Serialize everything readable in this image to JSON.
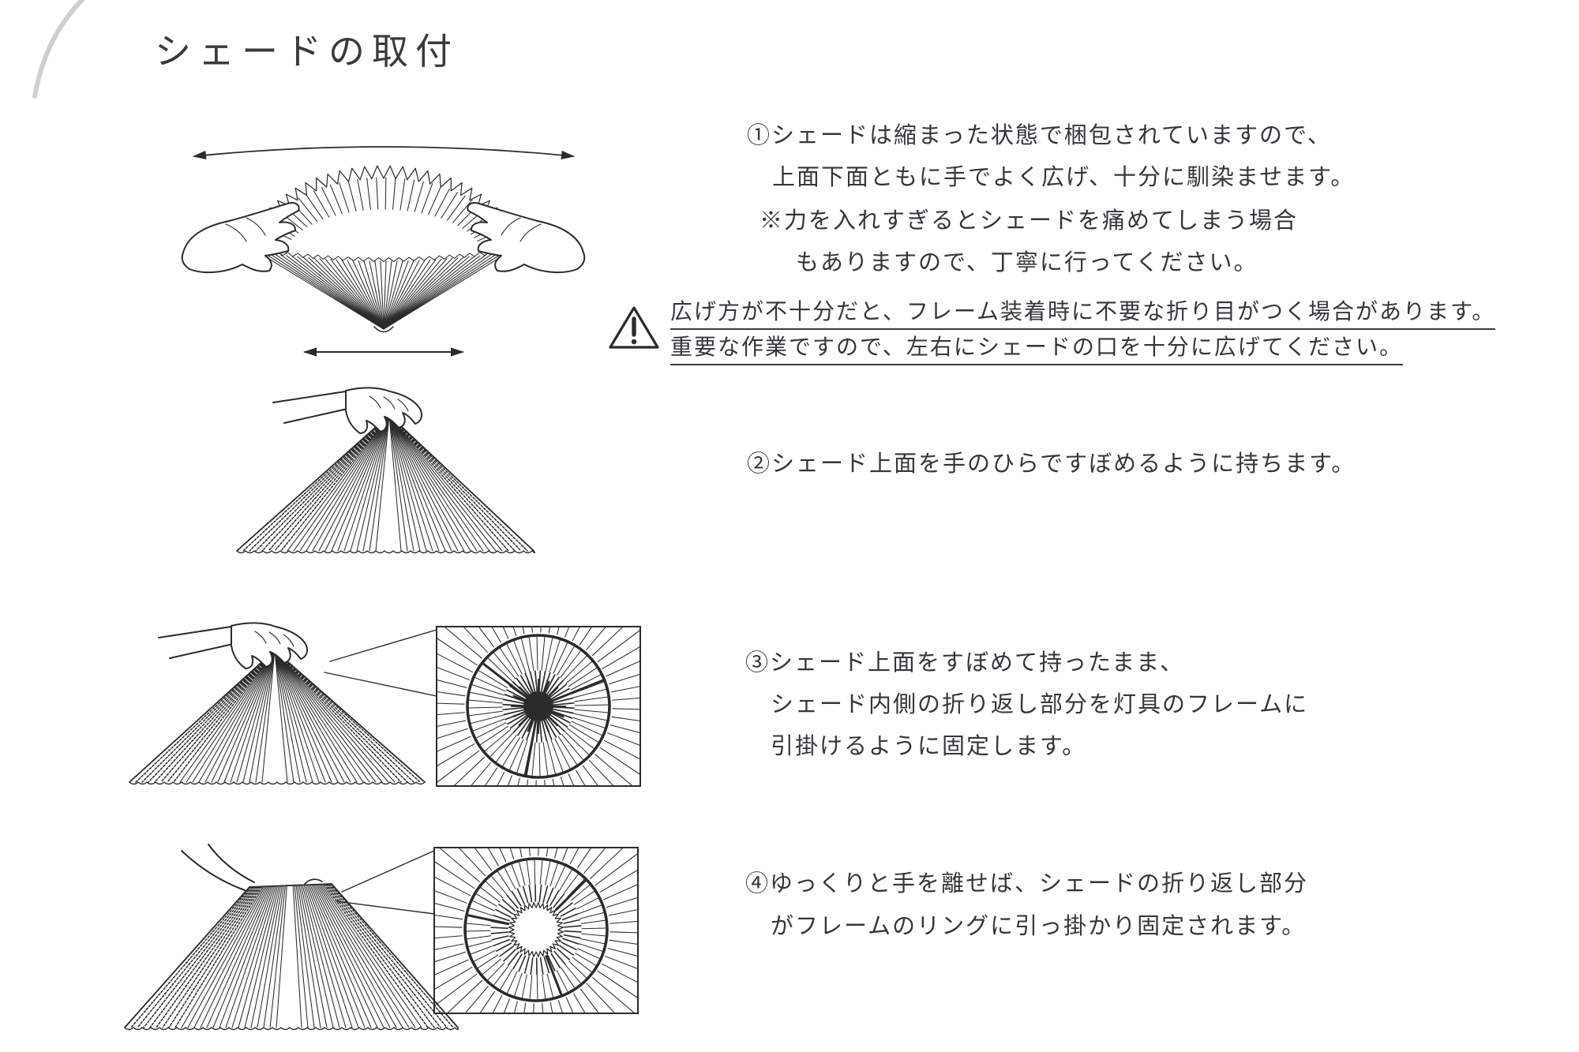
{
  "page": {
    "title": "シェードの取付",
    "text_color": "#35363b",
    "ink_color": "#2b2b2b",
    "background": "#ffffff"
  },
  "steps": [
    {
      "id": "step-1",
      "lines": [
        "①シェードは縮まった状態で梱包されていますので、",
        "上面下面ともに手でよく広げ、十分に馴染ませます。"
      ],
      "note_lines": [
        "※力を入れすぎるとシェードを痛めてしまう場合",
        "もありますので、丁寧に行ってください。"
      ]
    },
    {
      "id": "step-2",
      "lines": [
        "②シェード上面を手のひらですぼめるように持ちます。"
      ]
    },
    {
      "id": "step-3",
      "lines": [
        "③シェード上面をすぼめて持ったまま、",
        "シェード内側の折り返し部分を灯具のフレームに",
        "引掛けるように固定します。"
      ]
    },
    {
      "id": "step-4",
      "lines": [
        "④ゆっくりと手を離せば、シェードの折り返し部分",
        "がフレームのリングに引っ掛かり固定されます。"
      ]
    }
  ],
  "warning": {
    "icon": "warning-triangle-icon",
    "lines": [
      "広げ方が不十分だと、フレーム装着時に不要な折り目がつく場合があります。",
      "重要な作業ですので、左右にシェードの口を十分に広げてください。"
    ]
  },
  "figures": {
    "step1": "hands-stretching-pleated-shade",
    "step2": "hand-pinching-pleated-shade-top",
    "step3": "hand-holding-shade-with-frame-detail-inset",
    "step4": "hand-releasing-shade-with-ring-detail-inset"
  }
}
